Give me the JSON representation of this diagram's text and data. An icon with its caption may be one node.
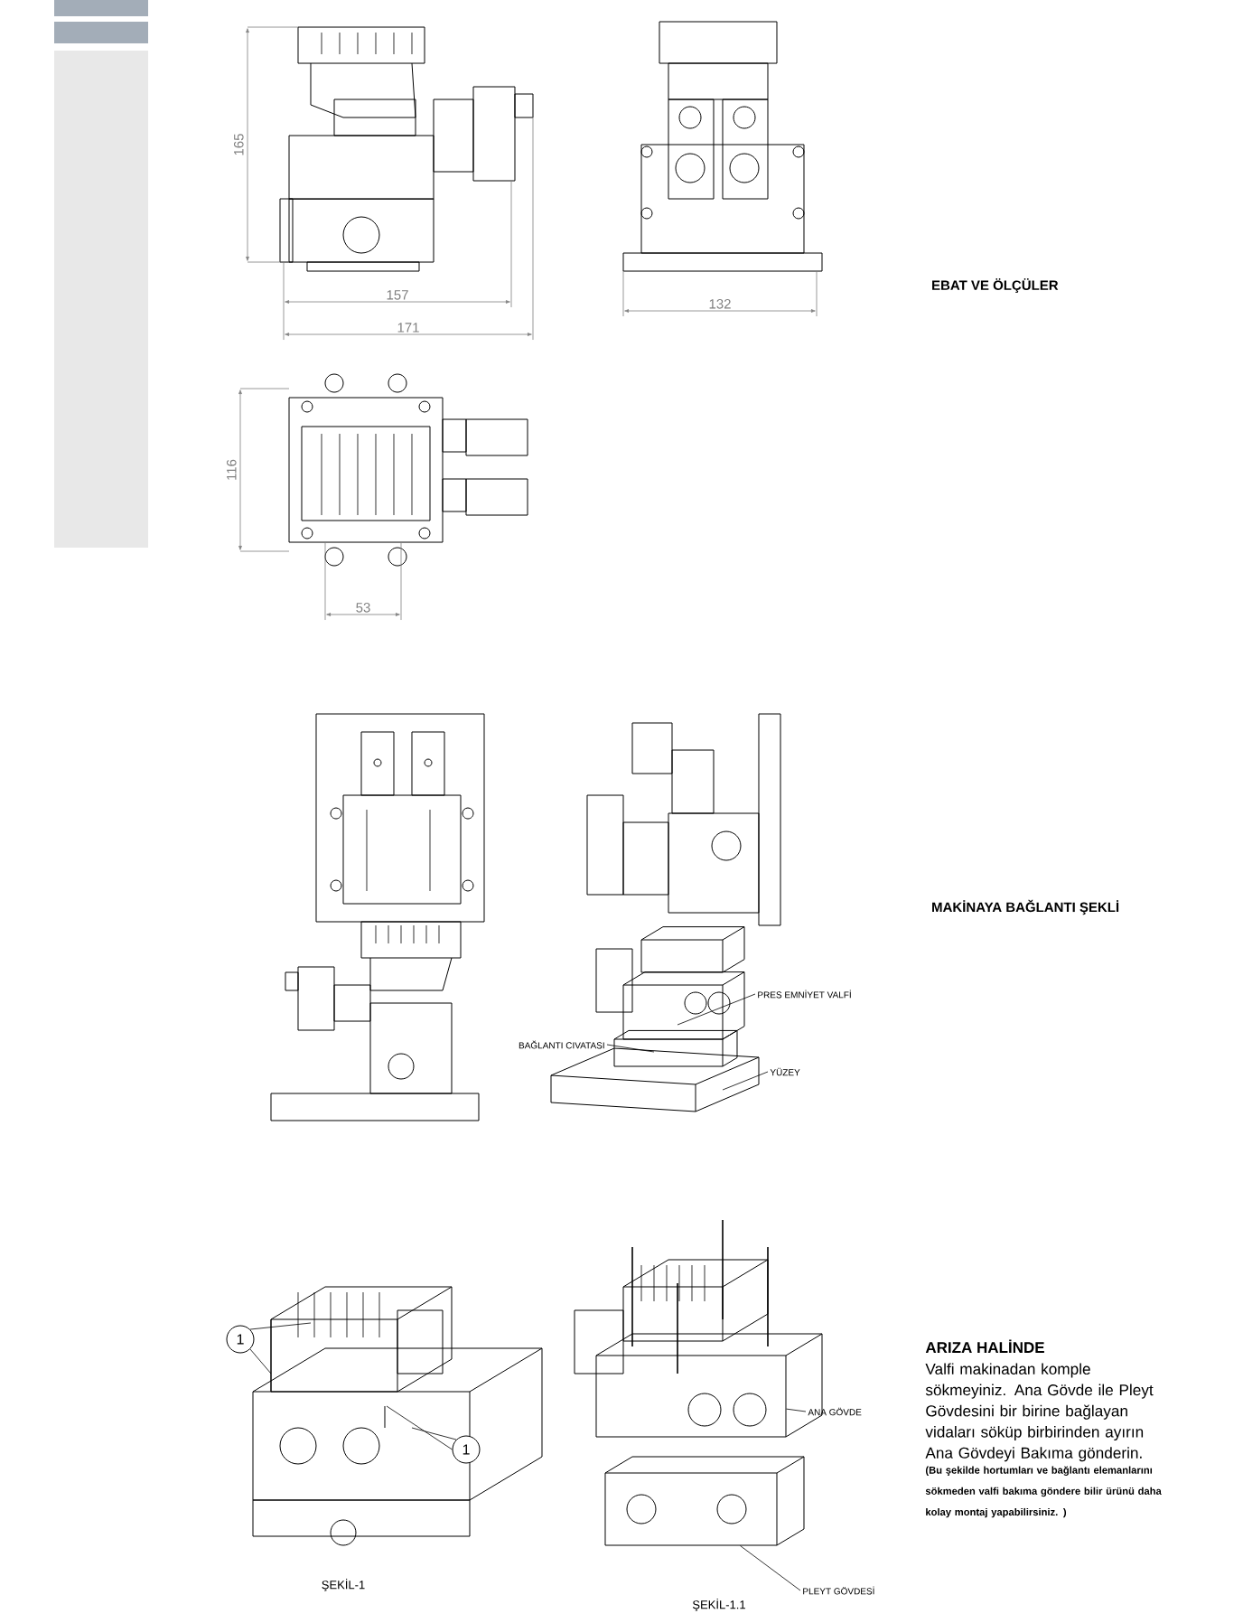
{
  "diagram": {
    "nodes": [
      {
        "text": [
          "PRES EMNİYET VALFİ"
        ]
      },
      {
        "text": [
          "BAĞLANTI CIVATASI"
        ]
      },
      {
        "text": [
          "YÜZEY"
        ]
      },
      {
        "text": [
          "1"
        ]
      },
      {
        "text": [
          "1"
        ]
      },
      {
        "text": [
          "ANA GÖVDE"
        ]
      },
      {
        "text": [
          "PLEYT GÖVDESİ"
        ]
      },
      {
        "text": [],
        "shape": "box"
      },
      {
        "text": [],
        "shape": "box"
      }
    ],
    "edges": [
      {
        "from": 0,
        "to": null,
        "arrow": "none"
      },
      {
        "from": 1,
        "to": null,
        "arrow": "none"
      },
      {
        "from": 2,
        "to": null,
        "arrow": "none"
      },
      {
        "from": 3,
        "to": null,
        "arrow": "none"
      },
      {
        "from": 3,
        "to": null,
        "arrow": "none"
      },
      {
        "from": 4,
        "to": null,
        "arrow": "none"
      },
      {
        "from": 4,
        "to": null,
        "arrow": "none"
      },
      {
        "from": 5,
        "to": 7,
        "arrow": "none"
      },
      {
        "from": 6,
        "to": 8,
        "arrow": "none"
      }
    ],
    "labels": [
      "165",
      "157",
      "171",
      "132",
      "EBAT VE ÖLÇÜLER",
      "116",
      "53",
      "MAKİNAYA BAĞLANTI ŞEKLİ",
      "ŞEKİL-1",
      "ŞEKİL-1.1",
      "ARIZA HALİNDE",
      "Valfi makinadan komple sökmeyiniz. Ana Gövde ile Pleyt Gövdesini bir birine bağlayan vidaları söküp birbirinden ayırın Ana Gövdeyi Bakıma gönderin.",
      "(Bu şekilde hortumları ve bağlantı elemanlarını sökmeden valfi bakıma göndere bilir ürünü daha kolay montaj yapabilirsiniz. )"
    ]
  }
}
